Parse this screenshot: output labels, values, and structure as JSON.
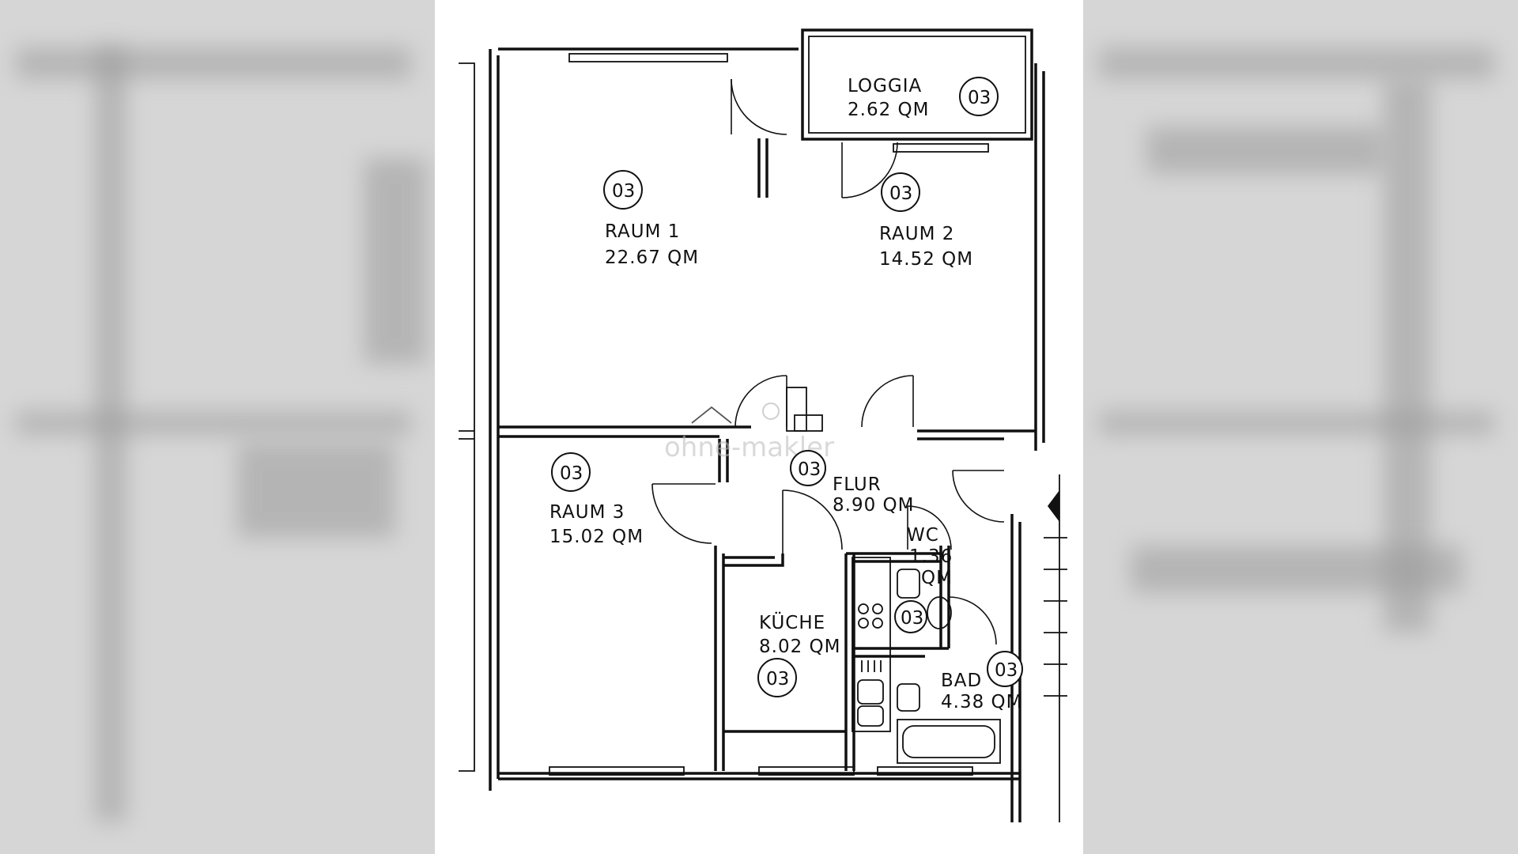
{
  "rooms": [
    {
      "id": "raum1",
      "name": "RAUM 1",
      "area": "22.67 QM",
      "badge": "03"
    },
    {
      "id": "raum2",
      "name": "RAUM 2",
      "area": "14.52 QM",
      "badge": "03"
    },
    {
      "id": "raum3",
      "name": "RAUM 3",
      "area": "15.02 QM",
      "badge": "03"
    },
    {
      "id": "loggia",
      "name": "LOGGIA",
      "area": "2.62 QM",
      "badge": "03"
    },
    {
      "id": "flur",
      "name": "FLUR",
      "area": "8.90 QM",
      "badge": "03"
    },
    {
      "id": "wc",
      "name": "WC",
      "area": "1.36",
      "area_unit": "QM",
      "badge": "03"
    },
    {
      "id": "kueche",
      "name": "KÜCHE",
      "area": "8.02 QM",
      "badge": "03"
    },
    {
      "id": "bad",
      "name": "BAD",
      "area": "4.38 QM",
      "badge": "03"
    }
  ],
  "watermark": {
    "text": "ohne-makler",
    "icon": "house-icon"
  },
  "colors": {
    "line": "#111111",
    "paper": "#ffffff",
    "backdrop": "#cfcfcf"
  }
}
